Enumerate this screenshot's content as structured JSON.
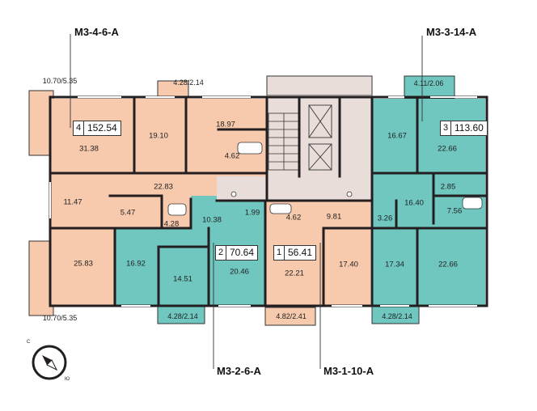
{
  "colors": {
    "apt4": "#f7c9ad",
    "apt3": "#6fc7c0",
    "apt2": "#6fc7c0",
    "apt1": "#f7c9ad",
    "core": "#e8ddd8",
    "wall": "#231f20"
  },
  "codes": {
    "top_left": "М3-4-6-А",
    "top_right": "М3-3-14-А",
    "bottom_mid": "М3-2-6-А",
    "bottom_right": "М3-1-10-А"
  },
  "tags": [
    {
      "n": "4",
      "area": "152.54"
    },
    {
      "n": "3",
      "area": "113.60"
    },
    {
      "n": "2",
      "area": "70.64"
    },
    {
      "n": "1",
      "area": "56.41"
    }
  ],
  "rooms": {
    "r31_38": "31.38",
    "r19_10": "19.10",
    "r18_97": "18.97",
    "r4_62a": "4.62",
    "r22_83": "22.83",
    "r11_47": "11.47",
    "r5_47": "5.47",
    "r4_28": "4.28",
    "r10_38": "10.38",
    "r1_99": "1.99",
    "r25_83": "25.83",
    "r16_92": "16.92",
    "r14_51": "14.51",
    "r20_46": "20.46",
    "r4_62b": "4.62",
    "r9_81": "9.81",
    "r22_21": "22.21",
    "r17_40": "17.40",
    "r16_67": "16.67",
    "r22_66a": "22.66",
    "r2_85": "2.85",
    "r16_40": "16.40",
    "r7_56": "7.56",
    "r3_26": "3.26",
    "r17_34": "17.34",
    "r22_66b": "22.66"
  },
  "balconies": {
    "tl": "10.70/5.35",
    "bl": "10.70/5.35",
    "top_mid": "4.28/2.14",
    "top_right": "4.11/2.06",
    "bot1": "4.28/2.14",
    "bot2": "4.82/2.41",
    "bot3": "4.28/2.14"
  },
  "compass": {
    "north": "С",
    "south": "Ю"
  }
}
